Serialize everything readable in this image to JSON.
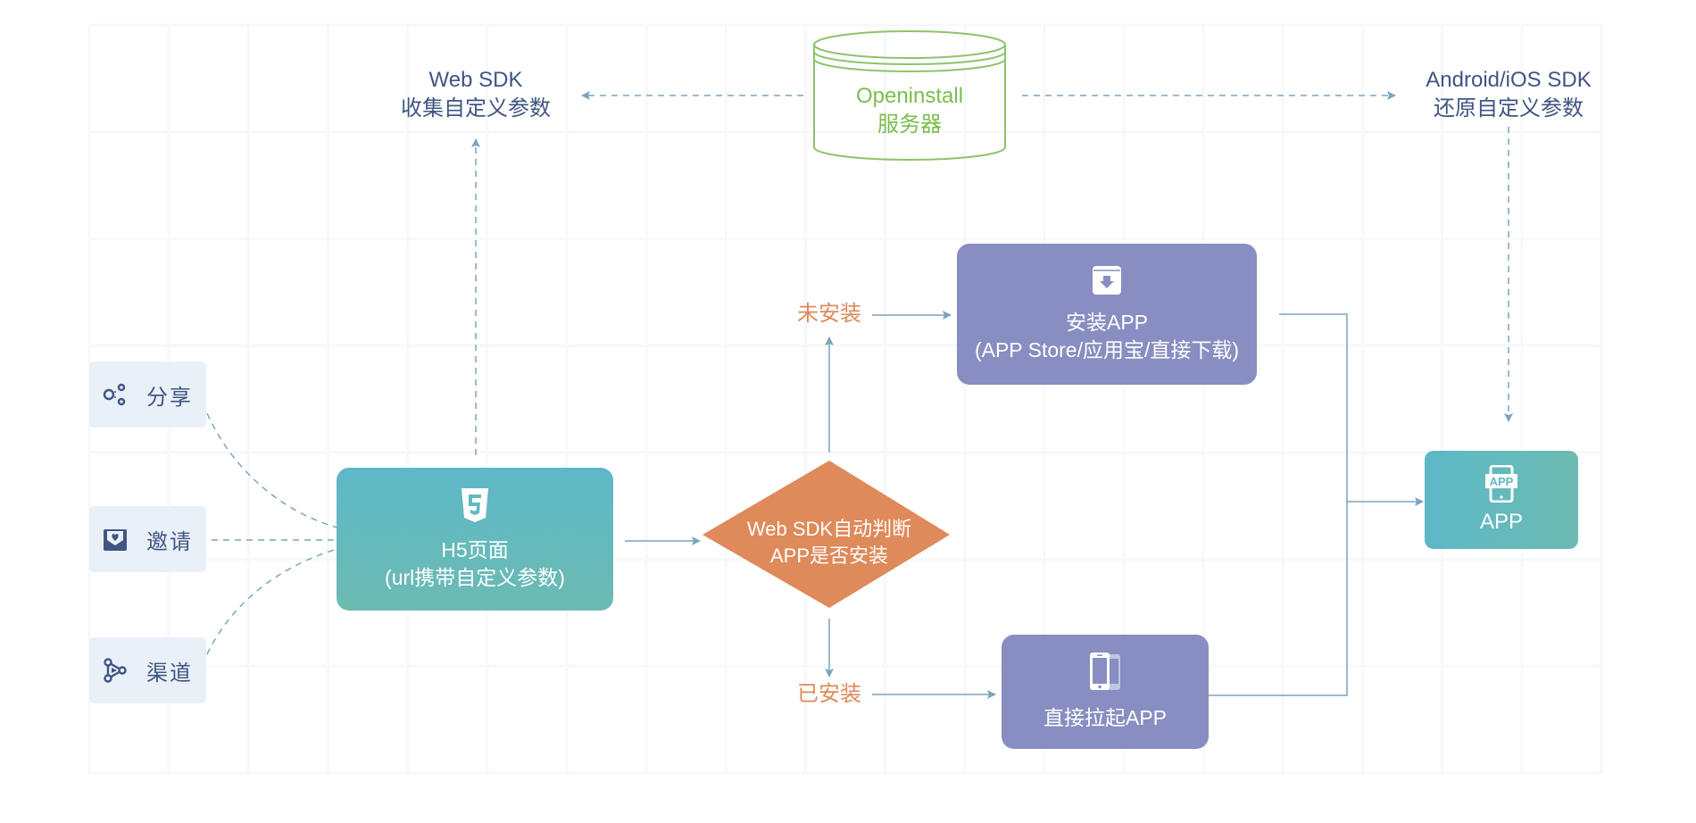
{
  "diagram": {
    "title": "Openinstall custom parameter passing flow",
    "colors": {
      "text_dark": "#3f5683",
      "text_orange": "#de8a5a",
      "server_green": "#7bbd4e",
      "teal_start": "#5db8c7",
      "teal_end": "#6cbbb2",
      "purple": "#888ec1",
      "diamond": "#de8a5a",
      "connector": "#7ba4bd",
      "source_bg": "#eaf0f8"
    },
    "sources": [
      {
        "id": "share",
        "label": "分享",
        "icon": "share-icon"
      },
      {
        "id": "invite",
        "label": "邀请",
        "icon": "invite-envelope-icon"
      },
      {
        "id": "channel",
        "label": "渠道",
        "icon": "channel-icon"
      }
    ],
    "h5_page": {
      "line1": "H5页面",
      "line2": "(url携带自定义参数)",
      "icon": "html5-icon"
    },
    "web_sdk": {
      "line1": "Web SDK",
      "line2": "收集自定义参数"
    },
    "server": {
      "line1": "Openinstall",
      "line2": "服务器",
      "icon": "database-cylinder-icon"
    },
    "native_sdk": {
      "line1": "Android/iOS SDK",
      "line2": "还原自定义参数"
    },
    "decision": {
      "line1": "Web SDK自动判断",
      "line2": "APP是否安装"
    },
    "branch_not_installed": {
      "label": "未安装"
    },
    "branch_installed": {
      "label": "已安装"
    },
    "install_app": {
      "line1": "安装APP",
      "line2": "(APP Store/应用宝/直接下载)",
      "icon": "download-box-icon"
    },
    "launch_app": {
      "line1": "直接拉起APP",
      "icon": "phones-icon"
    },
    "app": {
      "label": "APP",
      "icon": "app-tablet-icon",
      "icon_text": "APP"
    }
  }
}
